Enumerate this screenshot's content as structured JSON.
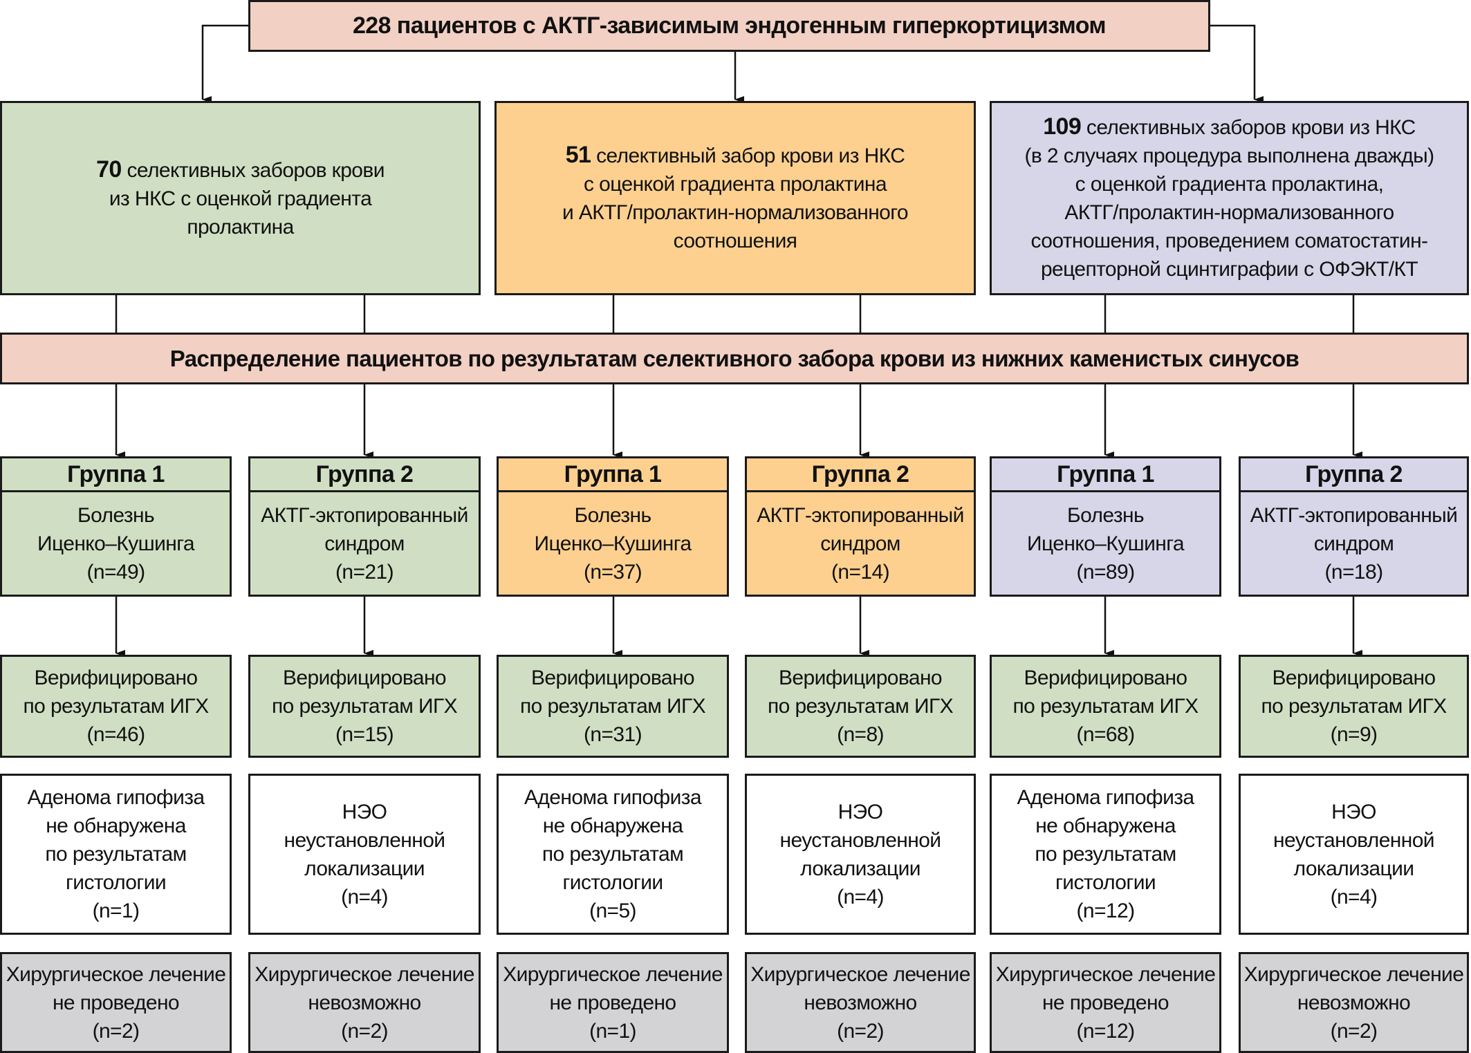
{
  "top": {
    "label": "228 пациентов с АКТГ-зависимым эндогенным гиперкортицизмом"
  },
  "cohorts": [
    {
      "number": "70",
      "lines": [
        "селективных заборов крови",
        "из НКС с оценкой градиента",
        "пролактина"
      ],
      "color": "#d0dfc3"
    },
    {
      "number": "51",
      "lines": [
        "селективный забор крови из НКС",
        "с оценкой градиента пролактина",
        "и АКТГ/пролактин-нормализованного",
        "соотношения"
      ],
      "color": "#fdd08f"
    },
    {
      "number": "109",
      "lines": [
        "селективных заборов крови из НКС",
        "(в 2 случаях процедура выполнена дважды)",
        "с оценкой градиента пролактина,",
        "АКТГ/пролактин-нормализованного",
        "соотношения, проведением соматостатин-",
        "рецепторной сцинтиграфии с ОФЭКТ/КТ"
      ],
      "color": "#d7d5e8"
    }
  ],
  "banner": {
    "label": "Распределение пациентов по результатам селективного забора крови из нижних каменистых синусов"
  },
  "groups": [
    {
      "title": "Группа 1",
      "lines": [
        "Болезнь",
        "Иценко–Кушинга",
        "(n=49)"
      ],
      "verified": [
        "Верифицировано",
        "по результатам ИГХ",
        "(n=46)"
      ],
      "finding": [
        "Аденома гипофиза",
        "не обнаружена",
        "по результатам",
        "гистологии",
        "(n=1)"
      ],
      "surgery": [
        "Хирургическое лечение",
        "не проведено",
        "(n=2)"
      ]
    },
    {
      "title": "Группа 2",
      "lines": [
        "АКТГ-эктопированный",
        "синдром",
        "(n=21)"
      ],
      "verified": [
        "Верифицировано",
        "по результатам ИГХ",
        "(n=15)"
      ],
      "finding": [
        "НЭО",
        "неустановленной",
        "локализации",
        "(n=4)"
      ],
      "surgery": [
        "Хирургическое лечение",
        "невозможно",
        "(n=2)"
      ]
    },
    {
      "title": "Группа 1",
      "lines": [
        "Болезнь",
        "Иценко–Кушинга",
        "(n=37)"
      ],
      "verified": [
        "Верифицировано",
        "по результатам ИГХ",
        "(n=31)"
      ],
      "finding": [
        "Аденома гипофиза",
        "не обнаружена",
        "по результатам",
        "гистологии",
        "(n=5)"
      ],
      "surgery": [
        "Хирургическое лечение",
        "не проведено",
        "(n=1)"
      ]
    },
    {
      "title": "Группа 2",
      "lines": [
        "АКТГ-эктопированный",
        "синдром",
        "(n=14)"
      ],
      "verified": [
        "Верифицировано",
        "по результатам ИГХ",
        "(n=8)"
      ],
      "finding": [
        "НЭО",
        "неустановленной",
        "локализации",
        "(n=4)"
      ],
      "surgery": [
        "Хирургическое лечение",
        "невозможно",
        "(n=2)"
      ]
    },
    {
      "title": "Группа 1",
      "lines": [
        "Болезнь",
        "Иценко–Кушинга",
        "(n=89)"
      ],
      "verified": [
        "Верифицировано",
        "по результатам ИГХ",
        "(n=68)"
      ],
      "finding": [
        "Аденома гипофиза",
        "не обнаружена",
        "по результатам",
        "гистологии",
        "(n=12)"
      ],
      "surgery": [
        "Хирургическое лечение",
        "не проведено",
        "(n=12)"
      ]
    },
    {
      "title": "Группа 2",
      "lines": [
        "АКТГ-эктопированный",
        "синдром",
        "(n=18)"
      ],
      "verified": [
        "Верифицировано",
        "по результатам ИГХ",
        "(n=9)"
      ],
      "finding": [
        "НЭО",
        "неустановленной",
        "локализации",
        "(n=4)"
      ],
      "surgery": [
        "Хирургическое лечение",
        "невозможно",
        "(n=2)"
      ]
    }
  ],
  "colors": {
    "top": "#f2d0c4",
    "verified": "#d0dfc3",
    "surgery": "#d3d3d5",
    "border": "#1a1a1a"
  }
}
